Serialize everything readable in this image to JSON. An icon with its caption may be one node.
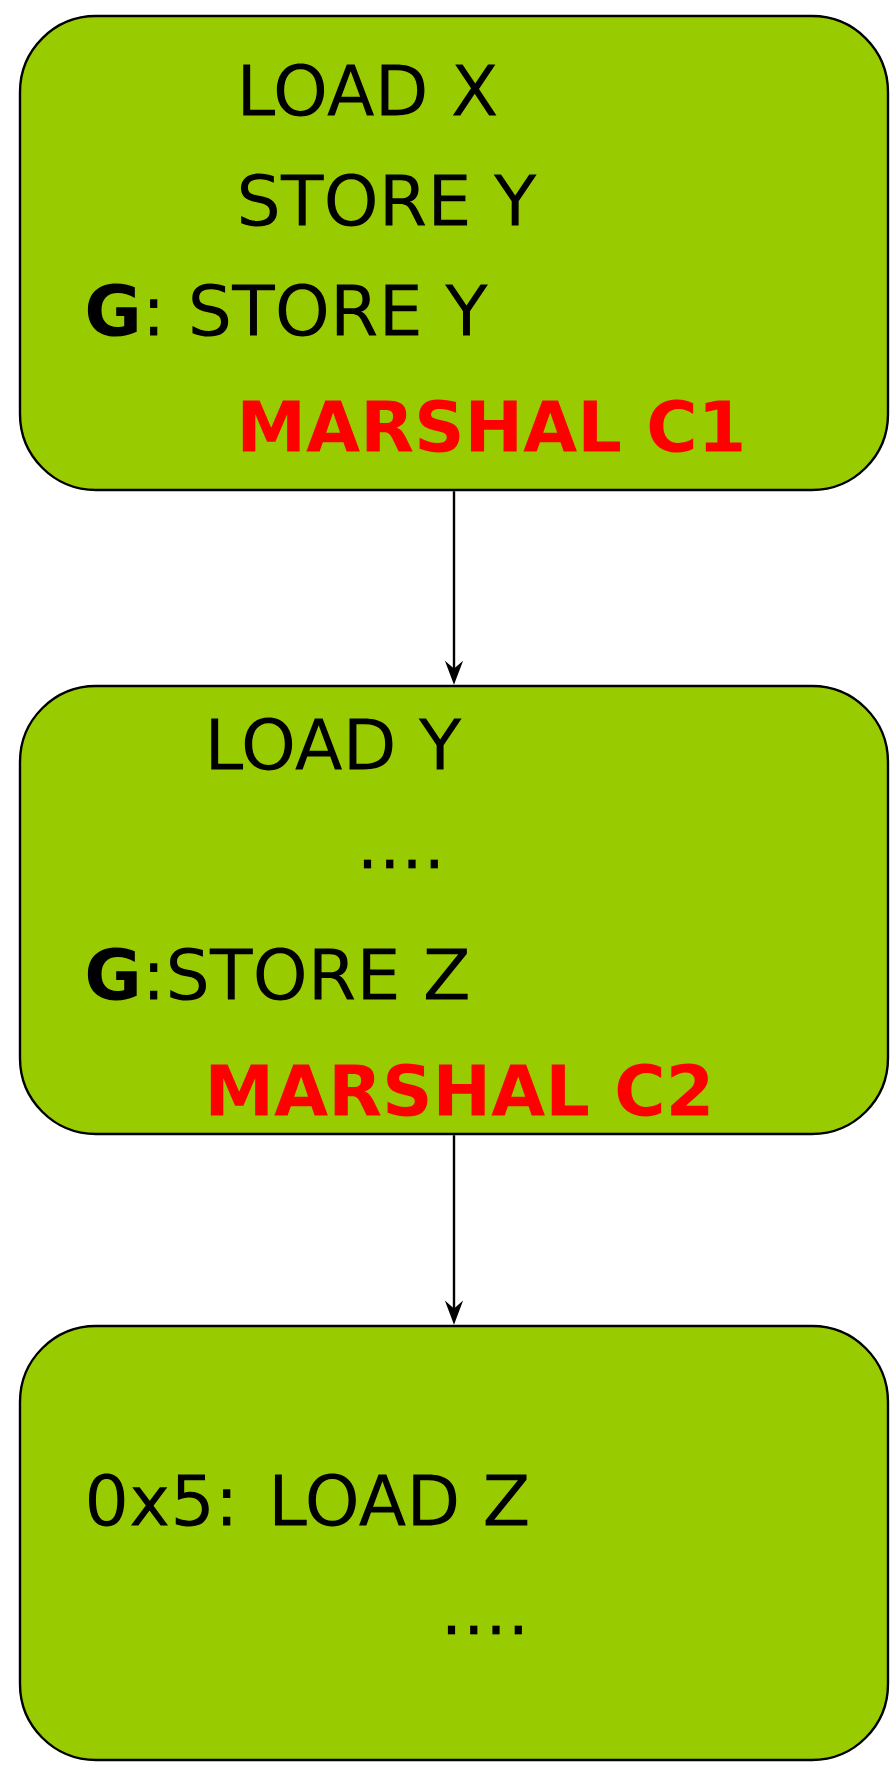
{
  "diagram": {
    "nodes": [
      {
        "text": [
          "LOAD X",
          "STORE Y",
          "**G**: STORE Y",
          "MARSHAL C1"
        ]
      },
      {
        "text": [
          "LOAD Y",
          "....",
          "**G**:STORE Z",
          "MARSHAL C2"
        ]
      },
      {
        "text": [
          "0x5: LOAD Z",
          "...."
        ]
      }
    ],
    "edges": [
      {
        "from": 0,
        "to": 1,
        "arrow": "to"
      },
      {
        "from": 1,
        "to": 2,
        "arrow": "to"
      }
    ]
  }
}
